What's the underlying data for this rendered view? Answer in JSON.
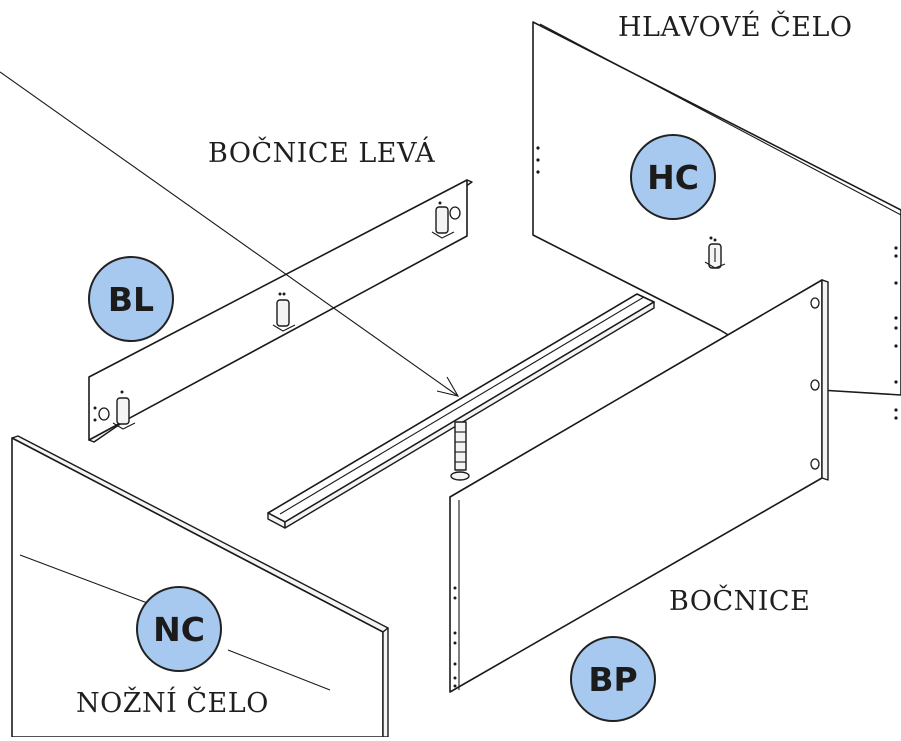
{
  "labels": {
    "head_panel": "HLAVOVÉ ČELO",
    "left_side": "BOČNICE LEVÁ",
    "right_side": "BOČNICE",
    "foot_panel": "NOŽNÍ ČELO"
  },
  "badges": {
    "hc": "HC",
    "bl": "BL",
    "nc": "NC",
    "bp": "BP"
  },
  "colors": {
    "badge_fill": "#a7c9f0",
    "line": "#1a1a1a",
    "background": "#ffffff"
  }
}
